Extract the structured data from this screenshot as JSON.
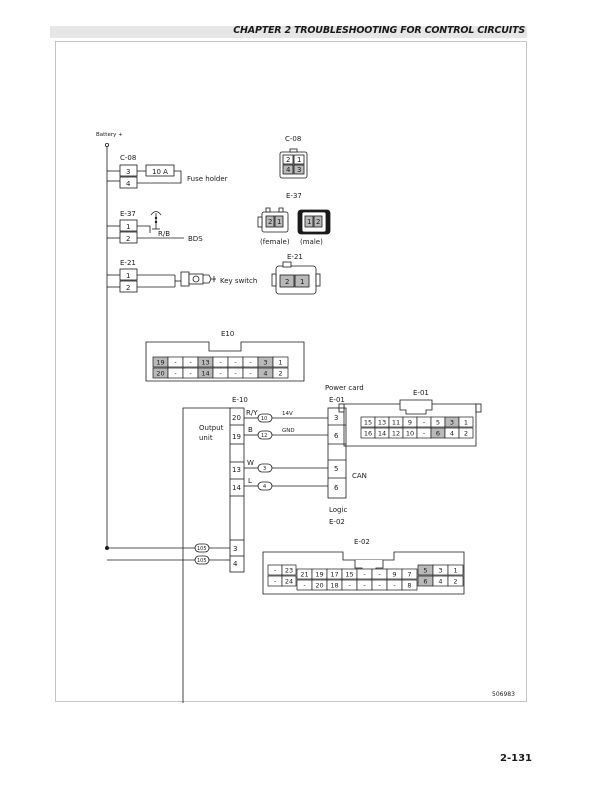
{
  "header": {
    "title": "CHAPTER 2 TROUBLESHOOTING FOR CONTROL CIRCUITS"
  },
  "page_number": "2-131",
  "figure_id": "506983",
  "battery_label": "Battery +",
  "left_connectors": {
    "c08": {
      "name": "C-08",
      "pin_top": "3",
      "pin_bottom": "4",
      "fuse": "10 A",
      "component": "Fuse holder"
    },
    "e37": {
      "name": "E-37",
      "pin_top": "1",
      "pin_bottom": "2",
      "wire": "R/B",
      "component": "BDS"
    },
    "e21": {
      "name": "E-21",
      "pin_top": "1",
      "pin_bottom": "2",
      "component": "Key switch"
    }
  },
  "views": {
    "c08": {
      "title": "C-08",
      "cells": [
        "2",
        "1",
        "4",
        "3"
      ]
    },
    "e37": {
      "title": "E-37",
      "female_cells": [
        "2",
        "1"
      ],
      "male_cells": [
        "1",
        "2"
      ],
      "female_label": "(female)",
      "male_label": "(male)"
    },
    "e21": {
      "title": "E-21",
      "cells": [
        "2",
        "1"
      ]
    }
  },
  "e10_view": {
    "title": "E10",
    "row1": [
      "19",
      "-",
      "-",
      "13",
      "-",
      "-",
      "-",
      "3",
      "1"
    ],
    "row2": [
      "20",
      "-",
      "-",
      "14",
      "-",
      "-",
      "-",
      "4",
      "2"
    ]
  },
  "e01_view": {
    "title": "E-01",
    "row1": [
      "15",
      "13",
      "11",
      "9",
      "-",
      "5",
      "3",
      "1"
    ],
    "row2": [
      "16",
      "14",
      "12",
      "10",
      "-",
      "6",
      "4",
      "2"
    ]
  },
  "e02_view": {
    "title": "E-02",
    "col_left_top": [
      "-",
      "23"
    ],
    "col_left_bottom": [
      "-",
      "24"
    ],
    "row_mid_top": [
      "21",
      "19",
      "17",
      "15",
      "-",
      "-",
      "9",
      "7"
    ],
    "row_mid_bottom": [
      "-",
      "20",
      "18",
      "-",
      "-",
      "-",
      "-",
      "8"
    ],
    "col_right_top": [
      "5",
      "3",
      "1"
    ],
    "col_right_bottom": [
      "6",
      "4",
      "2"
    ]
  },
  "output_unit": {
    "connector": "E-10",
    "label_line1": "Output",
    "label_line2": "unit",
    "pins": [
      "20",
      "19",
      "13",
      "14",
      "3",
      "4"
    ]
  },
  "power_card": {
    "label": "Power card",
    "connector": "E-01",
    "pins": [
      "3",
      "6",
      "5",
      "6"
    ],
    "logic_label": "Logic",
    "logic_connector": "E-02",
    "can_label": "CAN"
  },
  "wires": {
    "w1": {
      "color": "R/Y",
      "number": "10",
      "signal": "14V"
    },
    "w2": {
      "color": "B",
      "number": "12",
      "signal": "GND"
    },
    "w3": {
      "color": "W",
      "number": "3"
    },
    "w4": {
      "color": "L",
      "number": "4"
    },
    "w5": {
      "number": "105"
    },
    "w6": {
      "number": "105"
    }
  }
}
